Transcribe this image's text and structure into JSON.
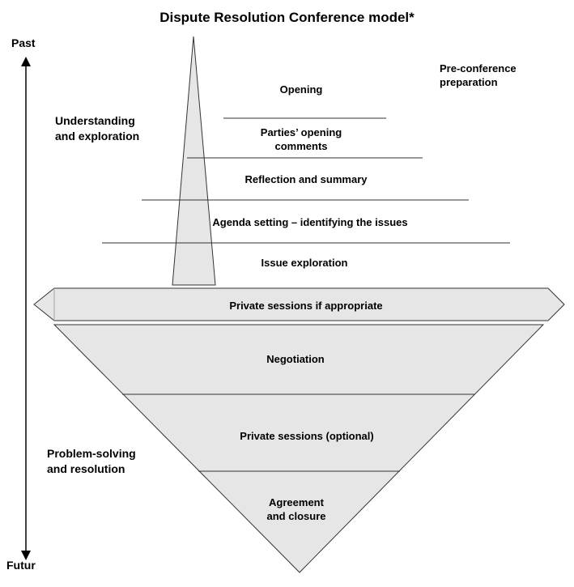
{
  "title": "Dispute Resolution Conference model*",
  "axis": {
    "top_label": "Past",
    "bottom_label": "Futur"
  },
  "side_labels": {
    "upper": [
      "Understanding",
      "and exploration"
    ],
    "lower": [
      "Problem-solving",
      "and resolution"
    ],
    "pre_conference": [
      "Pre-conference",
      "preparation"
    ]
  },
  "upper_stages": [
    {
      "label": [
        "Opening"
      ]
    },
    {
      "label": [
        "Parties’ opening",
        "comments"
      ]
    },
    {
      "label": [
        "Reflection and summary"
      ]
    },
    {
      "label": [
        "Agenda setting – identifying the issues"
      ]
    },
    {
      "label": [
        "Issue exploration"
      ]
    }
  ],
  "middle_band": {
    "label": "Private sessions if appropriate"
  },
  "lower_stages": [
    {
      "label": [
        "Negotiation"
      ]
    },
    {
      "label": [
        "Private sessions (optional)"
      ]
    },
    {
      "label": [
        "Agreement",
        "and closure"
      ]
    }
  ],
  "colors": {
    "fill": "#e6e6e6",
    "stroke": "#333333",
    "text": "#000000"
  }
}
